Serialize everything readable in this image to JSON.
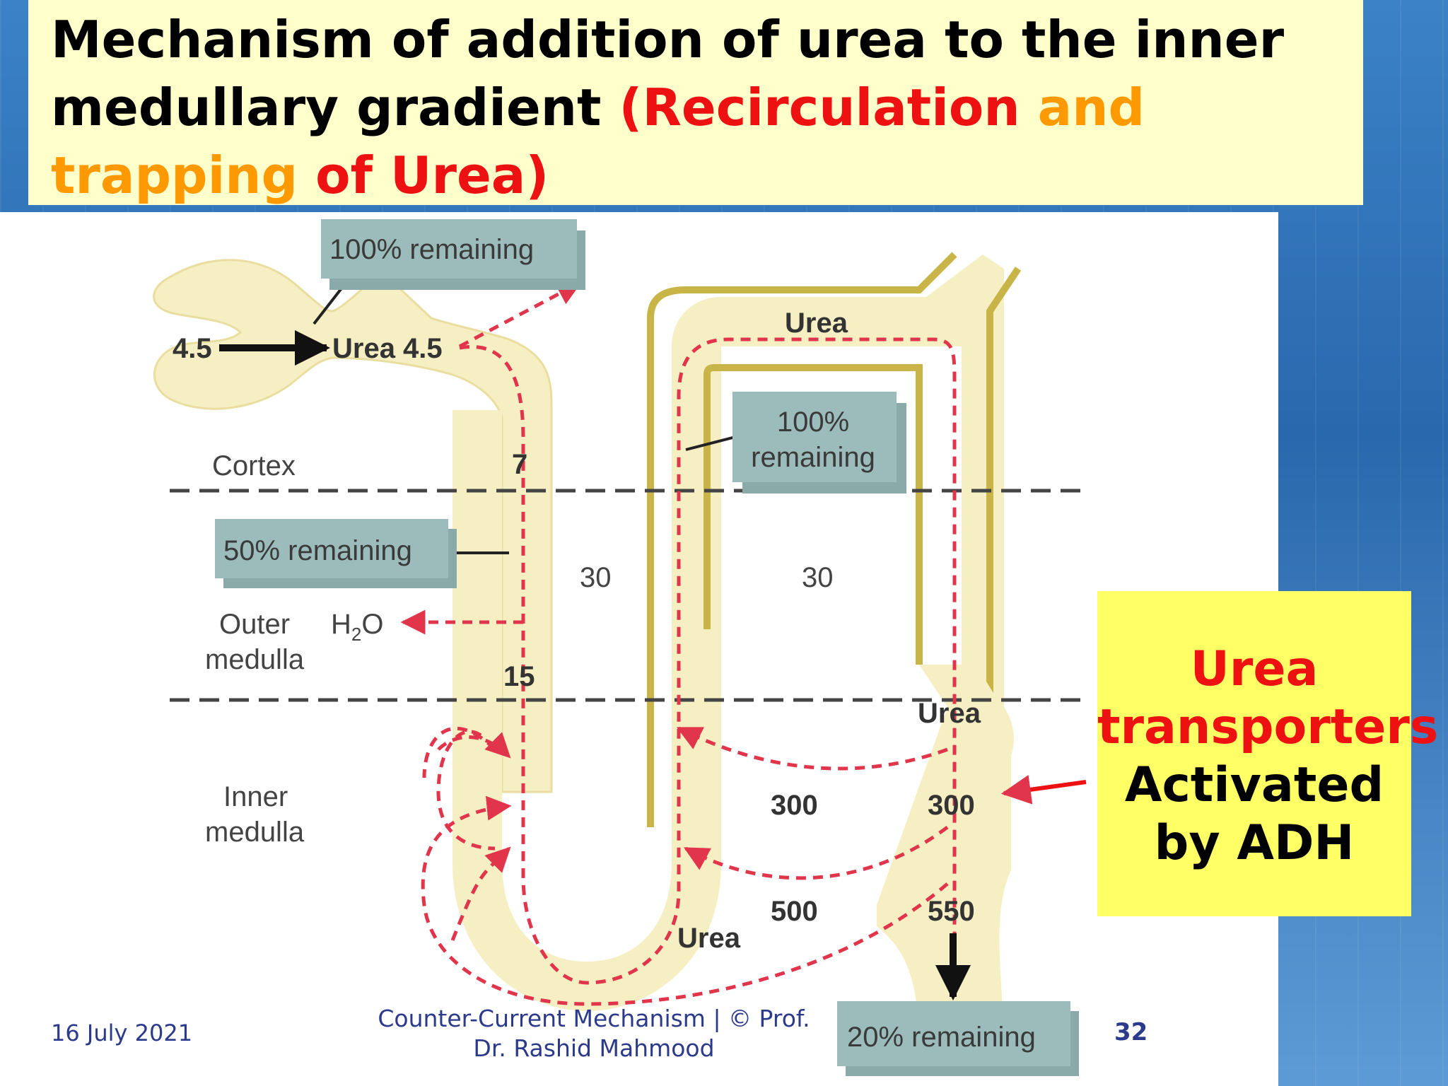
{
  "title": {
    "part1": "Mechanism of addition of urea to the inner medullary gradient ",
    "part2": "(Recirculation ",
    "part3": "and",
    "part4": "trapping",
    "part5": " of Urea)"
  },
  "diagram": {
    "box_100_top": "100% remaining",
    "box_100_mid_line1": "100%",
    "box_100_mid_line2": "remaining",
    "box_50": "50% remaining",
    "box_20": "20% remaining",
    "input_value": "4.5",
    "urea_45": "Urea 4.5",
    "cortex": "Cortex",
    "outer_medulla_1": "Outer",
    "outer_medulla_2": "medulla",
    "inner_medulla_1": "Inner",
    "inner_medulla_2": "medulla",
    "h2o": "H",
    "h2o_sub": "2",
    "h2o_end": "O",
    "val_7": "7",
    "val_15": "15",
    "val_30_left": "30",
    "val_30_right": "30",
    "val_300_a": "300",
    "val_300_b": "300",
    "val_500": "500",
    "val_550": "550",
    "urea_top": "Urea",
    "urea_right": "Urea",
    "urea_bottom": "Urea"
  },
  "callout": {
    "line1": "Urea",
    "line2": "transporters",
    "line3": "Activated",
    "line4": "by ADH"
  },
  "footer": {
    "date": "16 July 2021",
    "center_line1": "Counter-Current Mechanism  |  © Prof.",
    "center_line2": "Dr. Rashid Mahmood",
    "page": "32"
  },
  "colors": {
    "title_bg": "#ffffcc",
    "callout_bg": "#ffff66",
    "tubule_fill": "#f6efc4",
    "tubule_edge": "#c9b448",
    "dash_red": "#e0354a",
    "box_teal": "#9cbcbc"
  }
}
